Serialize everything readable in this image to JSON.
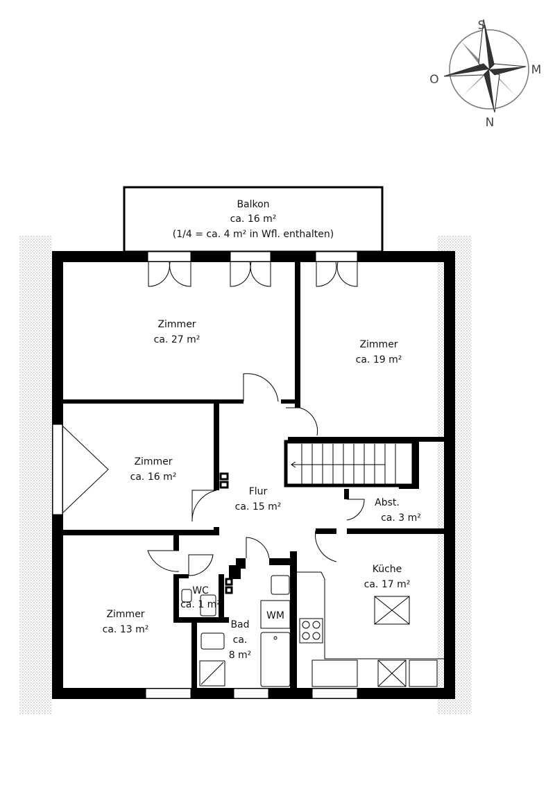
{
  "compass": {
    "top": "S",
    "right": "M",
    "bottom": "N",
    "left": "O"
  },
  "balcony": {
    "name": "Balkon",
    "area": "ca. 16 m²",
    "note": "(1/4 = ca. 4 m² in Wfl. enthalten)"
  },
  "rooms": [
    {
      "name": "Zimmer",
      "area": "ca. 27 m²"
    },
    {
      "name": "Zimmer",
      "area": "ca. 19 m²"
    },
    {
      "name": "Zimmer",
      "area": "ca. 16 m²"
    },
    {
      "name": "Flur",
      "area": "ca. 15 m²"
    },
    {
      "name": "Abst.",
      "area": "ca. 3 m²"
    },
    {
      "name": "Küche",
      "area": "ca. 17 m²"
    },
    {
      "name": "Zimmer",
      "area": "ca. 13 m²"
    },
    {
      "name": "WC",
      "area": "ca. 1 m²"
    },
    {
      "name": "Bad",
      "area_line1": "ca.",
      "area_line2": "8 m²"
    }
  ],
  "fixtures": {
    "washer": "WM"
  }
}
